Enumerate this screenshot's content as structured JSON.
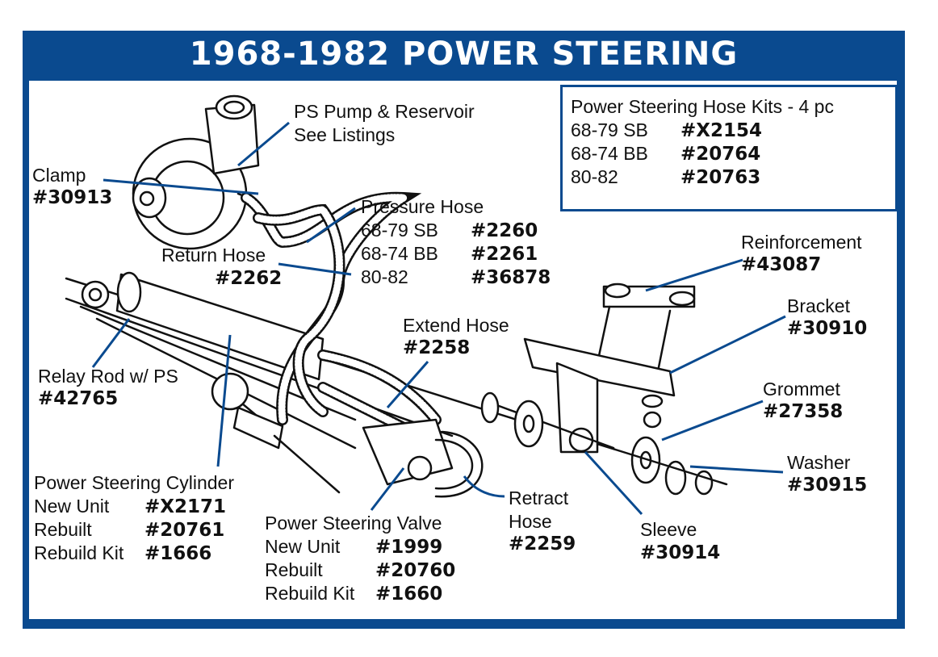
{
  "title": "1968-1982 POWER STEERING",
  "kits": {
    "heading": "Power Steering Hose Kits - 4 pc",
    "rows": [
      {
        "label": "68-79 SB",
        "part": "#X2154"
      },
      {
        "label": "68-74 BB",
        "part": "#20764"
      },
      {
        "label": "80-82",
        "part": "#20763"
      }
    ]
  },
  "pump": {
    "line1": "PS Pump & Reservoir",
    "line2": "See Listings"
  },
  "clamp": {
    "name": "Clamp",
    "part": "#30913"
  },
  "pressure_hose": {
    "name": "Pressure Hose",
    "rows": [
      {
        "label": "68-79 SB",
        "part": "#2260"
      },
      {
        "label": "68-74 BB",
        "part": "#2261"
      },
      {
        "label": "80-82",
        "part": "#36878"
      }
    ]
  },
  "return_hose": {
    "name": "Return Hose",
    "part": "#2262"
  },
  "reinforcement": {
    "name": "Reinforcement",
    "part": "#43087"
  },
  "bracket": {
    "name": "Bracket",
    "part": "#30910"
  },
  "extend_hose": {
    "name": "Extend Hose",
    "part": "#2258"
  },
  "relay_rod": {
    "name": "Relay Rod w/ PS",
    "part": "#42765"
  },
  "grommet": {
    "name": "Grommet",
    "part": "#27358"
  },
  "washer": {
    "name": "Washer",
    "part": "#30915"
  },
  "cylinder": {
    "name": "Power Steering Cylinder",
    "rows": [
      {
        "label": "New Unit",
        "part": "#X2171"
      },
      {
        "label": "Rebuilt",
        "part": "#20761"
      },
      {
        "label": "Rebuild Kit",
        "part": "#1666"
      }
    ]
  },
  "valve": {
    "name": "Power Steering Valve",
    "rows": [
      {
        "label": "New Unit",
        "part": "#1999"
      },
      {
        "label": "Rebuilt",
        "part": "#20760"
      },
      {
        "label": "Rebuild Kit",
        "part": "#1660"
      }
    ]
  },
  "retract_hose": {
    "line1": "Retract",
    "line2": "Hose",
    "part": "#2259"
  },
  "sleeve": {
    "name": "Sleeve",
    "part": "#30914"
  },
  "colors": {
    "frame": "#0a4a8f",
    "ink": "#111111",
    "background": "#ffffff"
  }
}
